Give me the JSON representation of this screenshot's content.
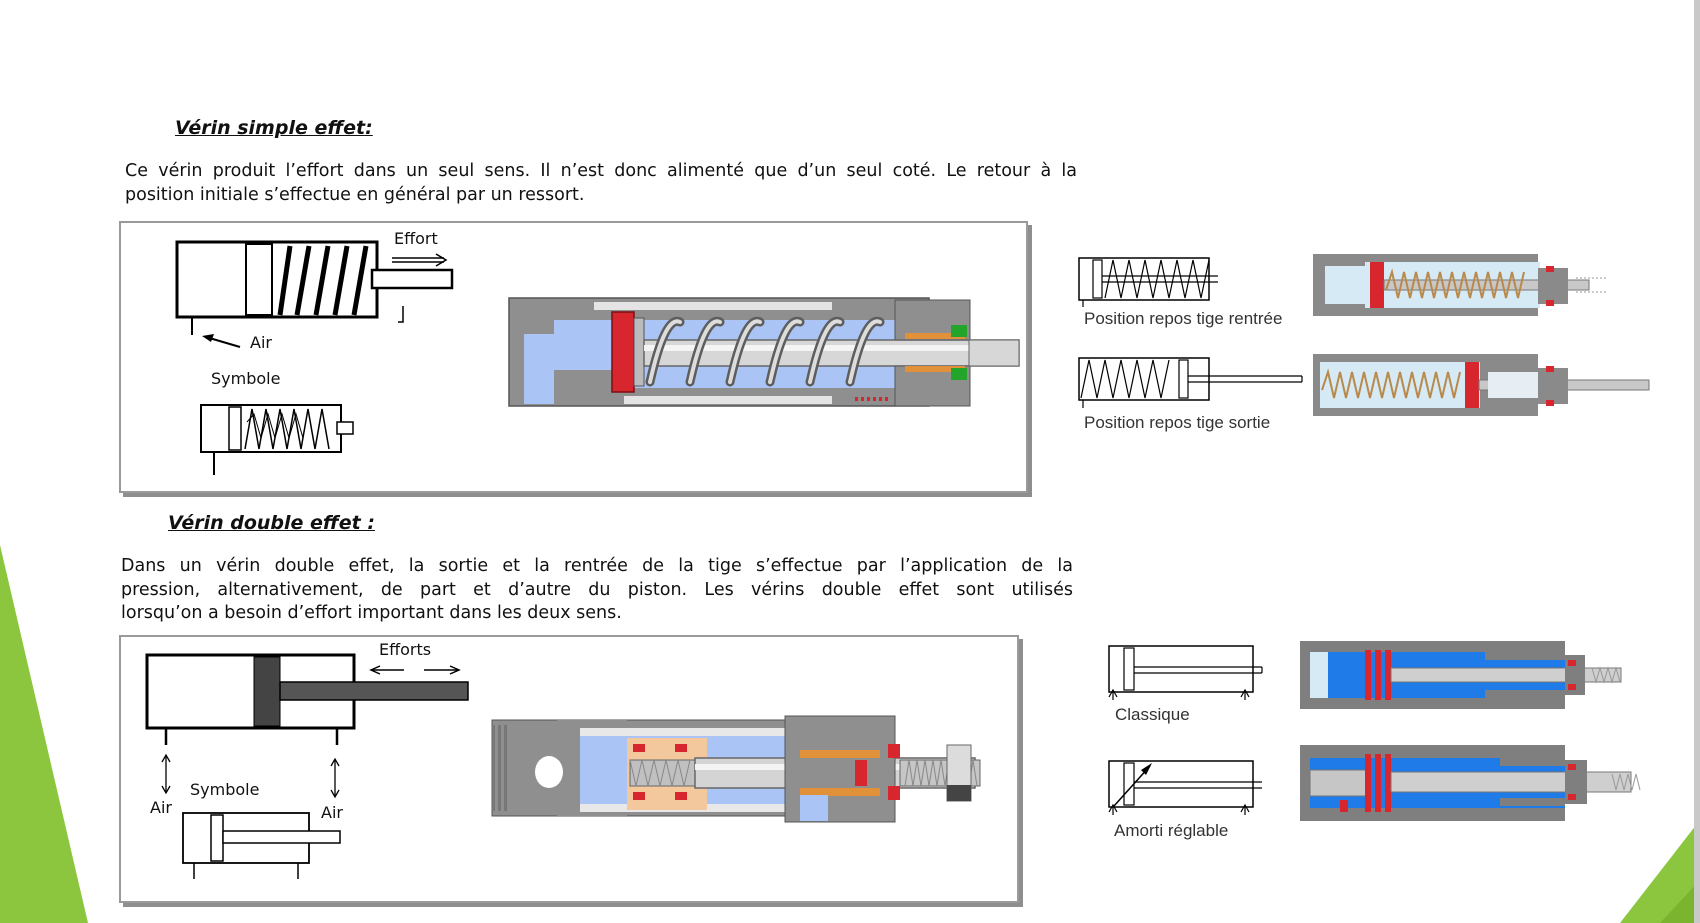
{
  "section_simple": {
    "title": "Vérin simple effet:",
    "paragraph_lines": [
      "Ce vérin produit l’effort dans un seul sens. Il n’est donc alimenté que d’un seul coté. Le retour à la",
      "position initiale s’effectue en général par un ressort."
    ],
    "diagram_labels": {
      "effort": "Effort",
      "air": "Air",
      "symbole": "Symbole"
    },
    "positions": {
      "repos_rentree": "Position repos tige rentrée",
      "repos_sortie": "Position repos tige sortie"
    }
  },
  "section_double": {
    "title": "Vérin double effet :",
    "paragraph_lines": [
      "Dans un vérin double effet, la sortie et la rentrée de la tige s’effectue par l’application de la",
      "pression, alternativement, de part et d’autre du piston. Les vérins double effet sont utilisés",
      "lorsqu’on a besoin d’effort important dans les deux sens."
    ],
    "diagram_labels": {
      "efforts": "Efforts",
      "air_left": "Air",
      "air_right": "Air",
      "symbole": "Symbole"
    },
    "variants": {
      "classique": "Classique",
      "amorti": "Amorti réglable"
    }
  },
  "colors": {
    "accent_green": "#8cc63f",
    "air_blue": "#a9c4f5",
    "oil_blue": "#1e7be8",
    "seal_red": "#d8262e",
    "body_grey": "#8f8f8f"
  }
}
